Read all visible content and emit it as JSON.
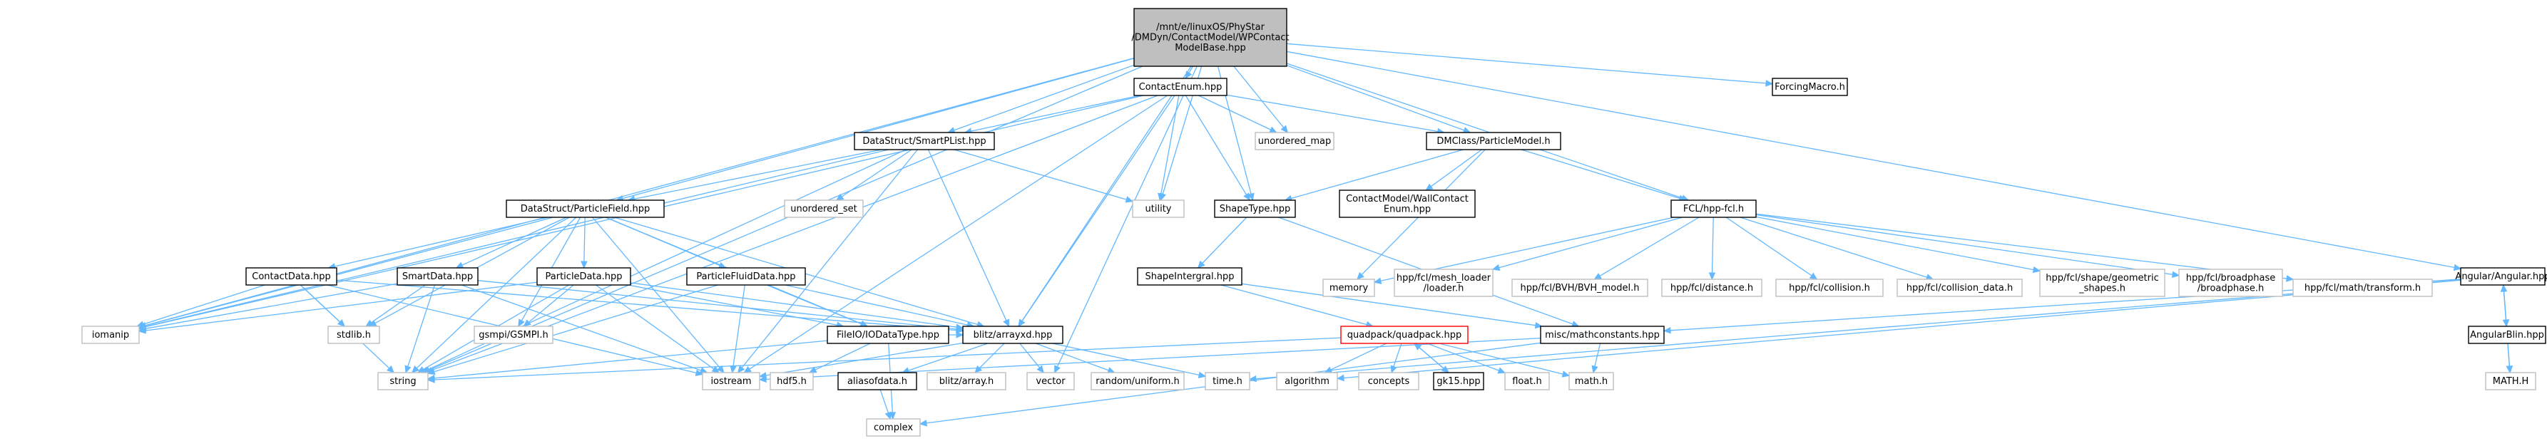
{
  "nodes": [
    {
      "id": "root",
      "lines": [
        "/mnt/e/linuxOS/PhyStar",
        "/DMDyn/ContactModel/WPContact",
        "ModelBase.hpp"
      ],
      "kind": "root"
    },
    {
      "id": "contactenum",
      "lines": [
        "ContactEnum.hpp"
      ],
      "kind": "local"
    },
    {
      "id": "forcingmacro",
      "lines": [
        "ForcingMacro.h"
      ],
      "kind": "local"
    },
    {
      "id": "smartplist",
      "lines": [
        "DataStruct/SmartPList.hpp"
      ],
      "kind": "local"
    },
    {
      "id": "unordered_map",
      "lines": [
        "unordered_map"
      ],
      "kind": "ext"
    },
    {
      "id": "particlemodel",
      "lines": [
        "DMClass/ParticleModel.h"
      ],
      "kind": "local"
    },
    {
      "id": "utility",
      "lines": [
        "utility"
      ],
      "kind": "ext"
    },
    {
      "id": "unordered_set",
      "lines": [
        "unordered_set"
      ],
      "kind": "ext"
    },
    {
      "id": "shapetype",
      "lines": [
        "ShapeType.hpp"
      ],
      "kind": "local"
    },
    {
      "id": "wallcontact",
      "lines": [
        "ContactModel/WallContact",
        "Enum.hpp"
      ],
      "kind": "local"
    },
    {
      "id": "fclhpp",
      "lines": [
        "FCL/hpp-fcl.h"
      ],
      "kind": "local"
    },
    {
      "id": "particlefield",
      "lines": [
        "DataStruct/ParticleField.hpp"
      ],
      "kind": "local"
    },
    {
      "id": "angular",
      "lines": [
        "Angular/Angular.hpp"
      ],
      "kind": "local"
    },
    {
      "id": "contactdata",
      "lines": [
        "ContactData.hpp"
      ],
      "kind": "local"
    },
    {
      "id": "smartdata",
      "lines": [
        "SmartData.hpp"
      ],
      "kind": "local"
    },
    {
      "id": "particledata",
      "lines": [
        "ParticleData.hpp"
      ],
      "kind": "local"
    },
    {
      "id": "particlefluiddata",
      "lines": [
        "ParticleFluidData.hpp"
      ],
      "kind": "local"
    },
    {
      "id": "shapeintergral",
      "lines": [
        "ShapeIntergral.hpp"
      ],
      "kind": "local"
    },
    {
      "id": "memory",
      "lines": [
        "memory"
      ],
      "kind": "ext"
    },
    {
      "id": "mesh_loader",
      "lines": [
        "hpp/fcl/mesh_loader",
        "/loader.h"
      ],
      "kind": "ext"
    },
    {
      "id": "bvh_model",
      "lines": [
        "hpp/fcl/BVH/BVH_model.h"
      ],
      "kind": "ext"
    },
    {
      "id": "distance",
      "lines": [
        "hpp/fcl/distance.h"
      ],
      "kind": "ext"
    },
    {
      "id": "collision",
      "lines": [
        "hpp/fcl/collision.h"
      ],
      "kind": "ext"
    },
    {
      "id": "collision_data",
      "lines": [
        "hpp/fcl/collision_data.h"
      ],
      "kind": "ext"
    },
    {
      "id": "geometric_shapes",
      "lines": [
        "hpp/fcl/shape/geometric",
        "_shapes.h"
      ],
      "kind": "ext"
    },
    {
      "id": "broadphase",
      "lines": [
        "hpp/fcl/broadphase",
        "/broadphase.h"
      ],
      "kind": "ext"
    },
    {
      "id": "transform",
      "lines": [
        "hpp/fcl/math/transform.h"
      ],
      "kind": "ext"
    },
    {
      "id": "mathconstants",
      "lines": [
        "misc/mathconstants.hpp"
      ],
      "kind": "local"
    },
    {
      "id": "iomanip",
      "lines": [
        "iomanip"
      ],
      "kind": "ext"
    },
    {
      "id": "stdlib",
      "lines": [
        "stdlib.h"
      ],
      "kind": "ext"
    },
    {
      "id": "gsmpi",
      "lines": [
        "gsmpi/GSMPI.h"
      ],
      "kind": "ext"
    },
    {
      "id": "fileio",
      "lines": [
        "FileIO/IODataType.hpp"
      ],
      "kind": "local"
    },
    {
      "id": "blitzarrayxd",
      "lines": [
        "blitz/arrayxd.hpp"
      ],
      "kind": "local"
    },
    {
      "id": "quadpack",
      "lines": [
        "quadpack/quadpack.hpp"
      ],
      "kind": "red"
    },
    {
      "id": "angularblin",
      "lines": [
        "AngularBlin.hpp"
      ],
      "kind": "local"
    },
    {
      "id": "string",
      "lines": [
        "string"
      ],
      "kind": "ext"
    },
    {
      "id": "iostream",
      "lines": [
        "iostream"
      ],
      "kind": "ext"
    },
    {
      "id": "hdf5",
      "lines": [
        "hdf5.h"
      ],
      "kind": "ext"
    },
    {
      "id": "aliasofdata",
      "lines": [
        "aliasofdata.h"
      ],
      "kind": "local"
    },
    {
      "id": "blitzarray",
      "lines": [
        "blitz/array.h"
      ],
      "kind": "ext"
    },
    {
      "id": "vector",
      "lines": [
        "vector"
      ],
      "kind": "ext"
    },
    {
      "id": "random",
      "lines": [
        "random/uniform.h"
      ],
      "kind": "ext"
    },
    {
      "id": "timeh",
      "lines": [
        "time.h"
      ],
      "kind": "ext"
    },
    {
      "id": "algorithm",
      "lines": [
        "algorithm"
      ],
      "kind": "ext"
    },
    {
      "id": "concepts",
      "lines": [
        "concepts"
      ],
      "kind": "ext"
    },
    {
      "id": "gk15",
      "lines": [
        "gk15.hpp"
      ],
      "kind": "local"
    },
    {
      "id": "floath",
      "lines": [
        "float.h"
      ],
      "kind": "ext"
    },
    {
      "id": "mathh",
      "lines": [
        "math.h"
      ],
      "kind": "ext"
    },
    {
      "id": "mathH",
      "lines": [
        "MATH.H"
      ],
      "kind": "ext"
    },
    {
      "id": "complex",
      "lines": [
        "complex"
      ],
      "kind": "ext"
    }
  ],
  "edges": [
    [
      "root",
      "contactenum"
    ],
    [
      "root",
      "forcingmacro"
    ],
    [
      "root",
      "smartplist"
    ],
    [
      "root",
      "unordered_map"
    ],
    [
      "root",
      "particlemodel"
    ],
    [
      "root",
      "utility"
    ],
    [
      "root",
      "shapetype"
    ],
    [
      "root",
      "fclhpp"
    ],
    [
      "root",
      "particlefield"
    ],
    [
      "root",
      "angular"
    ],
    [
      "root",
      "iomanip"
    ],
    [
      "root",
      "string"
    ],
    [
      "root",
      "blitzarrayxd"
    ],
    [
      "root",
      "vector"
    ],
    [
      "contactenum",
      "smartplist"
    ],
    [
      "contactenum",
      "unordered_map"
    ],
    [
      "contactenum",
      "particlemodel"
    ],
    [
      "contactenum",
      "utility"
    ],
    [
      "contactenum",
      "shapetype"
    ],
    [
      "contactenum",
      "iomanip"
    ],
    [
      "contactenum",
      "string"
    ],
    [
      "contactenum",
      "blitzarrayxd"
    ],
    [
      "contactenum",
      "iostream"
    ],
    [
      "smartplist",
      "utility"
    ],
    [
      "smartplist",
      "unordered_set"
    ],
    [
      "smartplist",
      "particlefield"
    ],
    [
      "smartplist",
      "iomanip"
    ],
    [
      "smartplist",
      "string"
    ],
    [
      "smartplist",
      "blitzarrayxd"
    ],
    [
      "smartplist",
      "iostream"
    ],
    [
      "particlemodel",
      "shapetype"
    ],
    [
      "particlemodel",
      "wallcontact"
    ],
    [
      "particlemodel",
      "fclhpp"
    ],
    [
      "particlemodel",
      "memory"
    ],
    [
      "shapetype",
      "shapeintergral"
    ],
    [
      "shapetype",
      "mathconstants"
    ],
    [
      "fclhpp",
      "memory"
    ],
    [
      "fclhpp",
      "mesh_loader"
    ],
    [
      "fclhpp",
      "bvh_model"
    ],
    [
      "fclhpp",
      "distance"
    ],
    [
      "fclhpp",
      "collision"
    ],
    [
      "fclhpp",
      "collision_data"
    ],
    [
      "fclhpp",
      "geometric_shapes"
    ],
    [
      "fclhpp",
      "broadphase"
    ],
    [
      "fclhpp",
      "transform"
    ],
    [
      "particlefield",
      "contactdata"
    ],
    [
      "particlefield",
      "smartdata"
    ],
    [
      "particlefield",
      "particledata"
    ],
    [
      "particlefield",
      "particlefluiddata"
    ],
    [
      "particlefield",
      "fileio"
    ],
    [
      "particlefield",
      "blitzarrayxd"
    ],
    [
      "particlefield",
      "iomanip"
    ],
    [
      "particlefield",
      "stdlib"
    ],
    [
      "particlefield",
      "gsmpi"
    ],
    [
      "particlefield",
      "string"
    ],
    [
      "particlefield",
      "iostream"
    ],
    [
      "angular",
      "angularblin"
    ],
    [
      "angular",
      "mathconstants"
    ],
    [
      "angular",
      "mathH"
    ],
    [
      "angular",
      "algorithm"
    ],
    [
      "angular",
      "timeh"
    ],
    [
      "contactdata",
      "iomanip"
    ],
    [
      "contactdata",
      "stdlib"
    ],
    [
      "contactdata",
      "string"
    ],
    [
      "contactdata",
      "iostream"
    ],
    [
      "contactdata",
      "blitzarrayxd"
    ],
    [
      "smartdata",
      "iomanip"
    ],
    [
      "smartdata",
      "stdlib"
    ],
    [
      "smartdata",
      "string"
    ],
    [
      "smartdata",
      "iostream"
    ],
    [
      "smartdata",
      "blitzarrayxd"
    ],
    [
      "particledata",
      "iomanip"
    ],
    [
      "particledata",
      "gsmpi"
    ],
    [
      "particledata",
      "fileio"
    ],
    [
      "particledata",
      "blitzarrayxd"
    ],
    [
      "particledata",
      "string"
    ],
    [
      "particledata",
      "iostream"
    ],
    [
      "particlefluiddata",
      "fileio"
    ],
    [
      "particlefluiddata",
      "blitzarrayxd"
    ],
    [
      "particlefluiddata",
      "string"
    ],
    [
      "particlefluiddata",
      "iostream"
    ],
    [
      "shapeintergral",
      "quadpack"
    ],
    [
      "shapeintergral",
      "mathconstants"
    ],
    [
      "fileio",
      "blitzarrayxd"
    ],
    [
      "fileio",
      "hdf5"
    ],
    [
      "fileio",
      "string"
    ],
    [
      "fileio",
      "complex"
    ],
    [
      "blitzarrayxd",
      "aliasofdata"
    ],
    [
      "blitzarrayxd",
      "blitzarray"
    ],
    [
      "blitzarrayxd",
      "vector"
    ],
    [
      "blitzarrayxd",
      "random"
    ],
    [
      "blitzarrayxd",
      "timeh"
    ],
    [
      "blitzarrayxd",
      "iostream"
    ],
    [
      "quadpack",
      "concepts"
    ],
    [
      "quadpack",
      "gk15"
    ],
    [
      "quadpack",
      "floath"
    ],
    [
      "quadpack",
      "mathh"
    ],
    [
      "quadpack",
      "algorithm"
    ],
    [
      "quadpack",
      "string"
    ],
    [
      "gk15",
      "quadpack"
    ],
    [
      "angularblin",
      "angular"
    ],
    [
      "angularblin",
      "mathH"
    ],
    [
      "aliasofdata",
      "complex"
    ],
    [
      "mathconstants",
      "mathh"
    ],
    [
      "mathconstants",
      "complex"
    ],
    [
      "mathconstants",
      "iostream"
    ]
  ],
  "colors": {
    "edge": "#63b8ff",
    "root_fill": "#bfbfbf",
    "local_border": "#000000",
    "ext_border": "#bfbfbf",
    "red_border": "#ff0000"
  }
}
